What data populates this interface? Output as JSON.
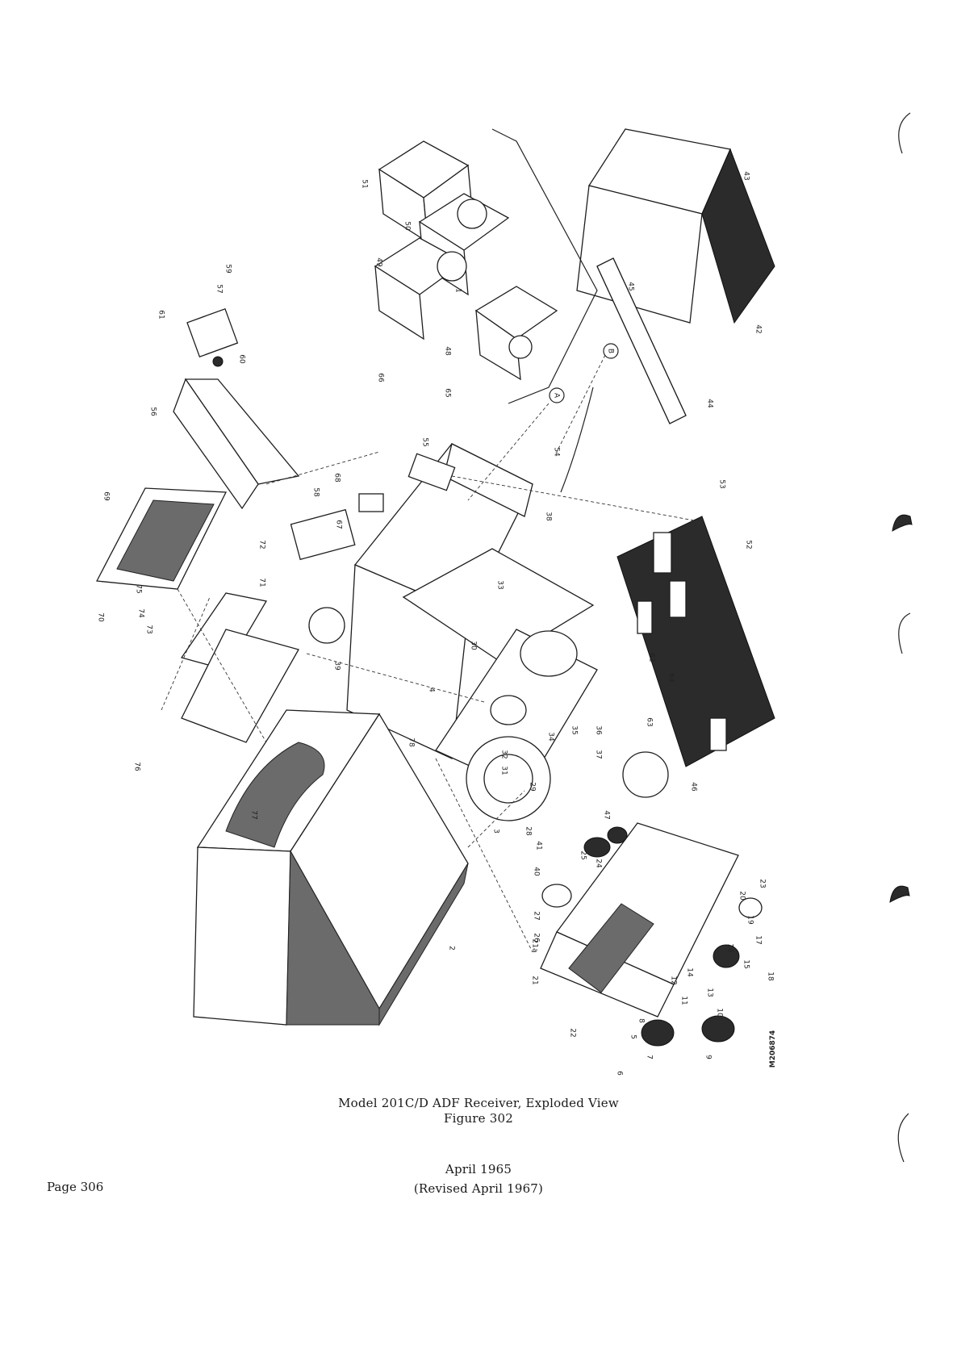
{
  "figure": {
    "caption_line1": "Model 201C/D ADF Receiver, Exploded View",
    "caption_line2": "Figure 302",
    "drawing_number": "M206874",
    "callouts": [
      "1",
      "2",
      "3",
      "4",
      "5",
      "6",
      "7",
      "8",
      "9",
      "10",
      "11",
      "12",
      "13",
      "14",
      "15",
      "16",
      "17",
      "18",
      "19",
      "20",
      "21",
      "21a",
      "22",
      "23",
      "24",
      "25",
      "26",
      "27",
      "28",
      "29",
      "30",
      "31",
      "32",
      "33",
      "34",
      "35",
      "36",
      "37",
      "38",
      "39",
      "40",
      "41",
      "42",
      "43",
      "44",
      "45",
      "46",
      "47",
      "48",
      "49",
      "50",
      "51",
      "52",
      "53",
      "54",
      "55",
      "56",
      "57",
      "58",
      "59",
      "60",
      "61",
      "62",
      "63",
      "64",
      "65",
      "66",
      "67",
      "68",
      "69",
      "70",
      "71",
      "72",
      "73",
      "74",
      "75",
      "76",
      "77",
      "78",
      "A",
      "B"
    ]
  },
  "footer": {
    "date": "April 1965",
    "revised": "(Revised April 1967)",
    "page": "Page 306"
  }
}
